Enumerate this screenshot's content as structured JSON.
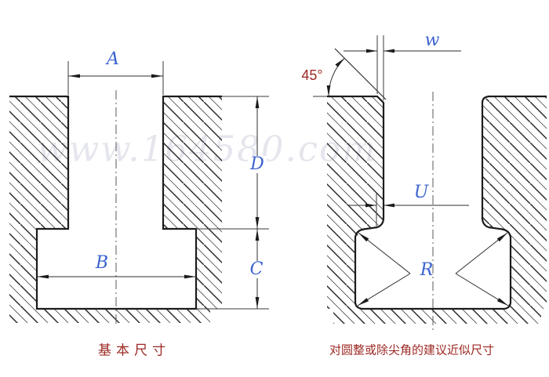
{
  "watermark": "www.164580.com",
  "figure_left": {
    "caption": "基本尺寸",
    "labels": {
      "a": "A",
      "b": "B",
      "c": "C",
      "d": "D"
    }
  },
  "figure_right": {
    "caption": "对圆整或除尖角的建议近似尺寸",
    "labels": {
      "w": "w",
      "u": "U",
      "r": "R",
      "angle": "45°"
    }
  },
  "colors": {
    "dimension_label_blue": "#3b63cf",
    "caption_red": "#9c2823",
    "linework_black": "#1c1c1c",
    "watermark_gray": "#a8acc4"
  }
}
